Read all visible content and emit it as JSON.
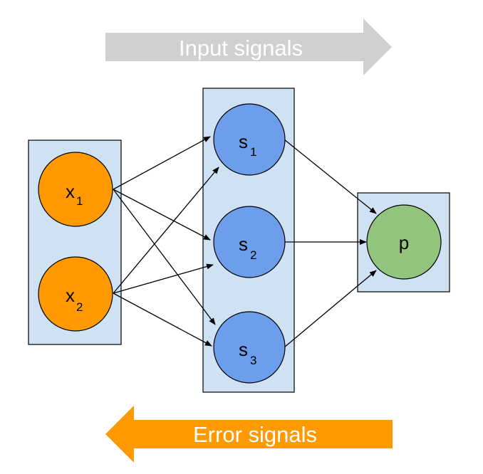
{
  "banners": {
    "input_label": "Input signals",
    "error_label": "Error signals"
  },
  "nodes": {
    "x1": {
      "main": "x",
      "sub": "1"
    },
    "x2": {
      "main": "x",
      "sub": "2"
    },
    "s1": {
      "main": "s",
      "sub": "1"
    },
    "s2": {
      "main": "s",
      "sub": "2"
    },
    "s3": {
      "main": "s",
      "sub": "3"
    },
    "p": {
      "main": "p"
    }
  },
  "colors": {
    "input_arrow": "#d0d0d0",
    "error_arrow": "#ff9900",
    "layer_box": "#cfe2f3",
    "input_node": "#ff9900",
    "hidden_node": "#6d9eeb",
    "output_node": "#93c47d",
    "stroke": "#000000"
  }
}
